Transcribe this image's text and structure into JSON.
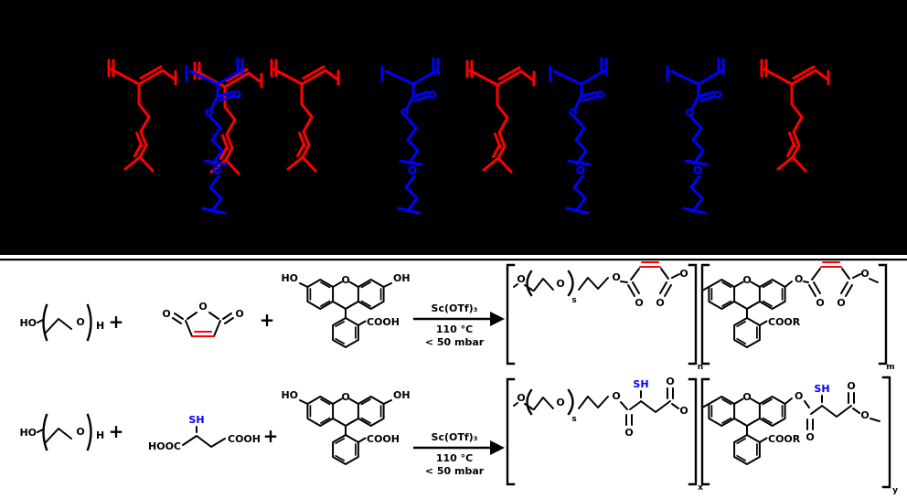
{
  "colors": {
    "red": "#ff0000",
    "blue": "#0000ff",
    "black": "#000000",
    "white": "#ffffff"
  },
  "atoms": {
    "o": "O",
    "h": "H",
    "ho": "HO",
    "oh": "OH",
    "sh": "SH",
    "cooh": "COOH",
    "hooc": "HOOC",
    "coor": "COOR"
  },
  "symbols": {
    "plus": "+"
  },
  "conditions": {
    "catalyst": "Sc(OTf)₃",
    "temperature": "110 °C",
    "pressure": "< 50 mbar"
  },
  "subscripts": {
    "peg_repeat": "s",
    "product1_first": "n",
    "product1_second": "m",
    "product2_first": "x",
    "product2_second": "y"
  },
  "top_panel": {
    "pattern_left": "red-blue-red",
    "pattern_middle": "blue-red-blue",
    "pattern_right": "blue-and-red-separate"
  }
}
